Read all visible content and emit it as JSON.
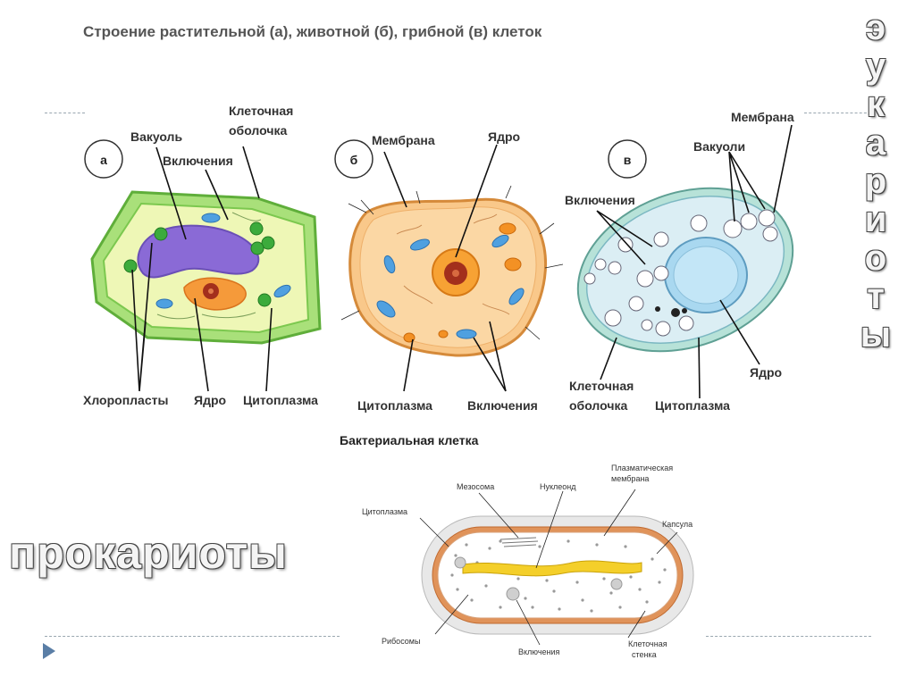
{
  "title": "Строение растительной (а), животной (б), грибной (в) клеток",
  "side_title_letters": [
    "э",
    "у",
    "к",
    "а",
    "р",
    "и",
    "о",
    "т",
    "ы"
  ],
  "prokaryotes": "прокариоты",
  "plant": {
    "letter": "а",
    "vacuole": "Вакуоль",
    "inclusions": "Включения",
    "wall_1": "Клеточная",
    "wall_2": "оболочка",
    "chloroplasts": "Хлоропласты",
    "nucleus": "Ядро",
    "cytoplasm": "Цитоплазма"
  },
  "animal": {
    "letter": "б",
    "membrane": "Мембрана",
    "nucleus": "Ядро",
    "cytoplasm": "Цитоплазма",
    "inclusions": "Включения"
  },
  "fungus": {
    "letter": "в",
    "membrane": "Мембрана",
    "vacuoles": "Вакуоли",
    "inclusions": "Включения",
    "wall_1": "Клеточная",
    "wall_2": "оболочка",
    "cytoplasm": "Цитоплазма",
    "nucleus": "Ядро"
  },
  "bacteria": {
    "title": "Бактериальная клетка",
    "mesosome": "Мезосома",
    "nucleoid": "Нуклеонд",
    "plasma_1": "Плазматическая",
    "plasma_2": "мембрана",
    "cytoplasm": "Цитоплазма",
    "capsule": "Капсула",
    "ribosomes": "Рибосомы",
    "inclusions": "Включения",
    "wall_1": "Клеточная",
    "wall_2": "стенка"
  }
}
